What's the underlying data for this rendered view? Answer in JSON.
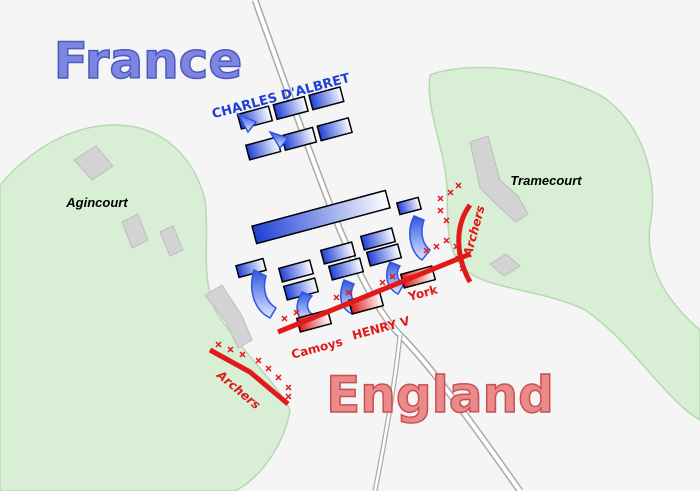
{
  "map": {
    "regions": {
      "france": "France",
      "england": "England"
    },
    "places": {
      "agincourt": "Agincourt",
      "tramecourt": "Tramecourt"
    },
    "commanders": {
      "french": "CHARLES D'ALBRET",
      "english_center": "HENRY V",
      "english_left": "Camoys",
      "english_right": "York"
    },
    "archers": {
      "west": "Archers",
      "east": "Archers"
    },
    "colors": {
      "background": "#f5f5f5",
      "woods": "#d8efd6",
      "woods_edge": "#b7d8b2",
      "buildings": "#d3d3d3",
      "road": "#bbbbbb",
      "french": "#1f3fd6",
      "english": "#e01919",
      "france_title": "#7c86e0",
      "england_title": "#ea8a8a"
    }
  }
}
